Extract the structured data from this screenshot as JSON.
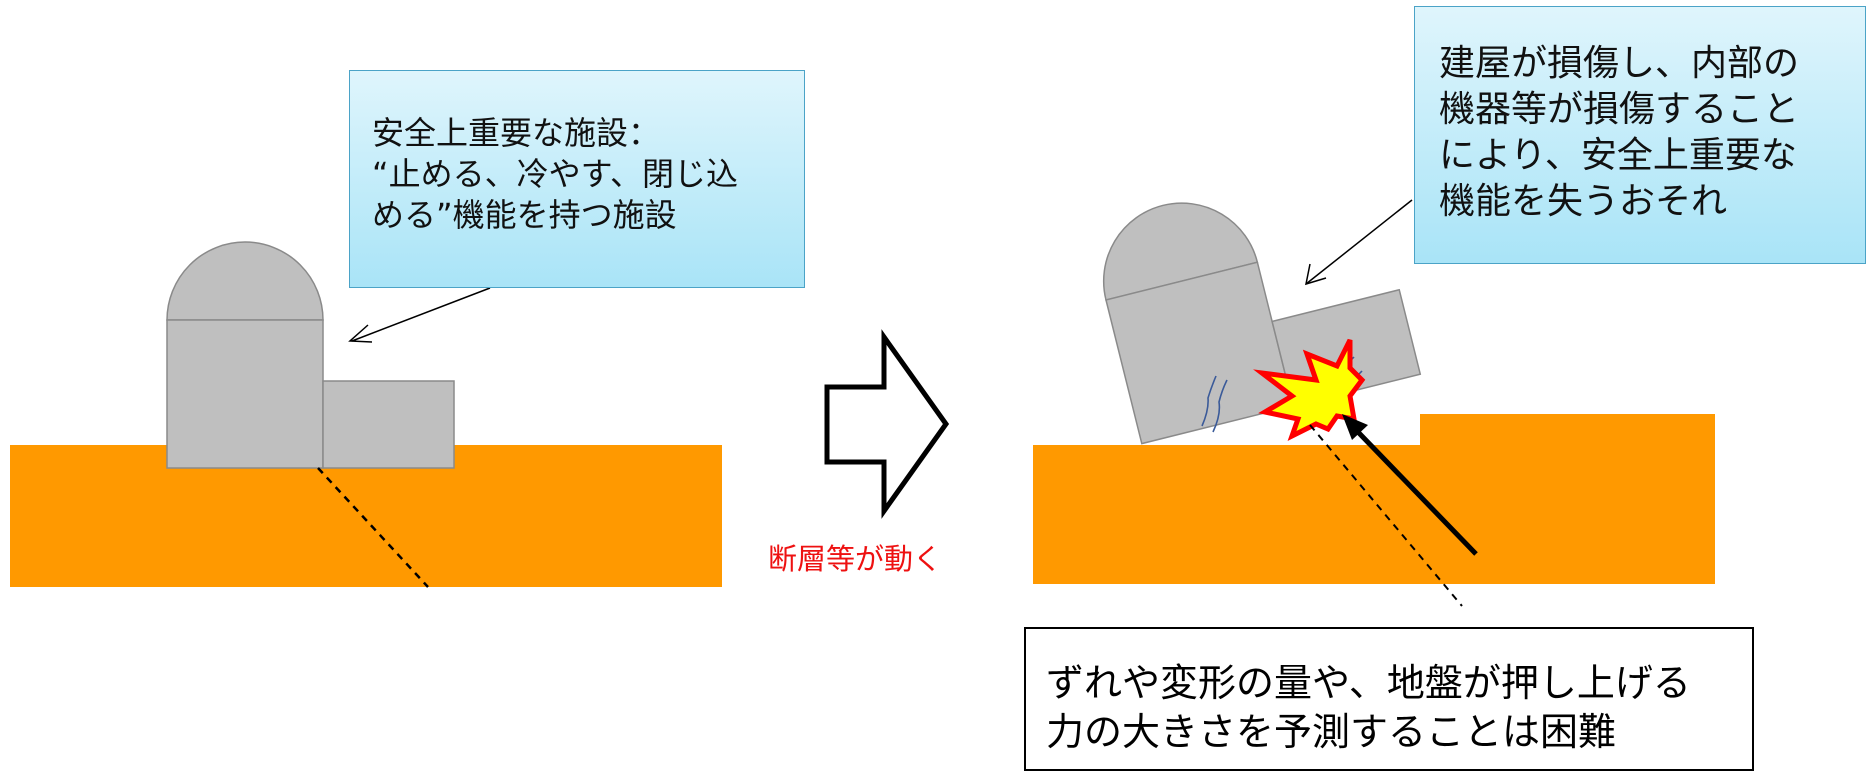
{
  "callout_left": {
    "lines": [
      "安全上重要な施設：",
      "“止める、冷やす、閉じ込",
      "める”機能を持つ施設"
    ]
  },
  "callout_right": {
    "lines": [
      "建屋が損傷し、内部の",
      "機器等が損傷すること",
      "により、安全上重要な",
      "機能を失うおそれ"
    ]
  },
  "fault_label": "断層等が動く",
  "bottom_box": {
    "lines": [
      "ずれや変形の量や、地盤が押し上げる",
      "力の大きさを予測することは困難"
    ]
  },
  "colors": {
    "ground": "#ff9900",
    "building": "#bfbfbf",
    "callout_fill": "#b7e8f8",
    "fault_label": "#ee1111",
    "burst_fill": "#ffff00",
    "burst_stroke": "#ff0000",
    "crack": "#3a5a99"
  }
}
